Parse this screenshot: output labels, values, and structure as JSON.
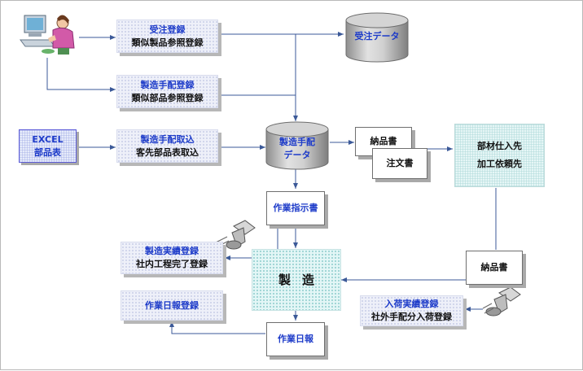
{
  "diagram": {
    "order_entry": {
      "line1": "受注登録",
      "line2": "類似製品参照登録"
    },
    "arrange_entry": {
      "line1": "製造手配登録",
      "line2": "類似部品参照登録"
    },
    "excel": {
      "line1": "EXCEL",
      "line2": "部品表"
    },
    "arrange_import": {
      "line1": "製造手配取込",
      "line2": "客先部品表取込"
    },
    "order_db": {
      "label": "受注データ"
    },
    "arrange_db": {
      "line1": "製造手配",
      "line2": "データ"
    },
    "delivery_note_out": {
      "label": "納品書"
    },
    "purchase_order": {
      "label": "注文書"
    },
    "supplier": {
      "line1": "部材仕入先",
      "line2": "加工依頼先"
    },
    "work_instruction": {
      "label": "作業指示書"
    },
    "mfg_result": {
      "line1": "製造実績登録",
      "line2": "社内工程完了登録"
    },
    "manufacturing": {
      "label": "製造"
    },
    "delivery_note_in": {
      "label": "納品書"
    },
    "receiving": {
      "line1": "入荷実績登録",
      "line2": "社外手配分入荷登録"
    },
    "daily_report_entry": {
      "label": "作業日報登録"
    },
    "daily_report": {
      "label": "作業日報"
    }
  },
  "colors": {
    "process_text": "#1d3bc9",
    "process_bg": "#eef0f9",
    "database": "#a9a9a9",
    "arrow": "#3b5998",
    "manufacturing_bg": "#e3f6f6"
  },
  "icons": [
    "user-at-computer-icon",
    "barcode-scanner-icon"
  ]
}
